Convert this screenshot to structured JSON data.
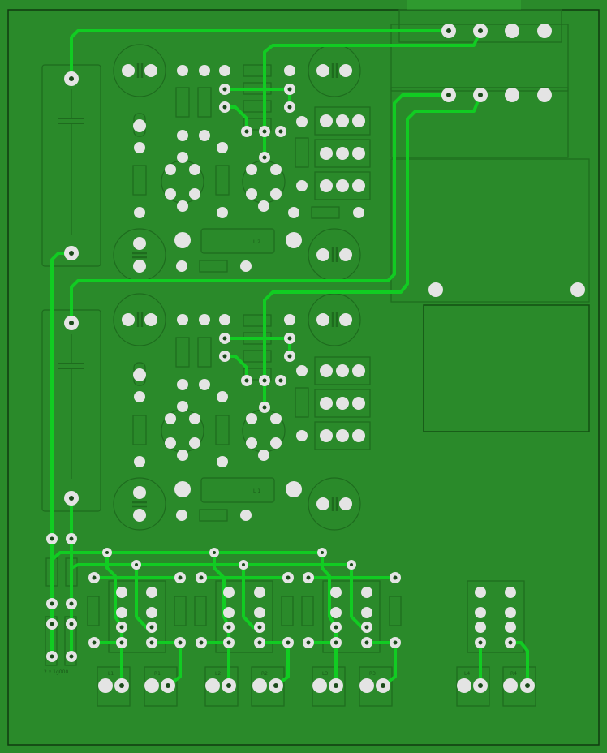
{
  "colors": {
    "board": "#2a8a2a",
    "outline": "#103a10",
    "silk": "#1e6b1e",
    "trace": "#11cc22",
    "pad": "#e4e4e4",
    "via_hole": "#1a4a1a"
  },
  "labels": {
    "cap_note": "2 x 1g000",
    "conn_1": "L1",
    "conn_2": "R1",
    "conn_3": "L2",
    "conn_4": "R2",
    "conn_5": "L3",
    "conn_6": "R3",
    "conn_7": "L4",
    "conn_8": "R4",
    "ind_1": "L 2",
    "ind_2": "L 1"
  }
}
